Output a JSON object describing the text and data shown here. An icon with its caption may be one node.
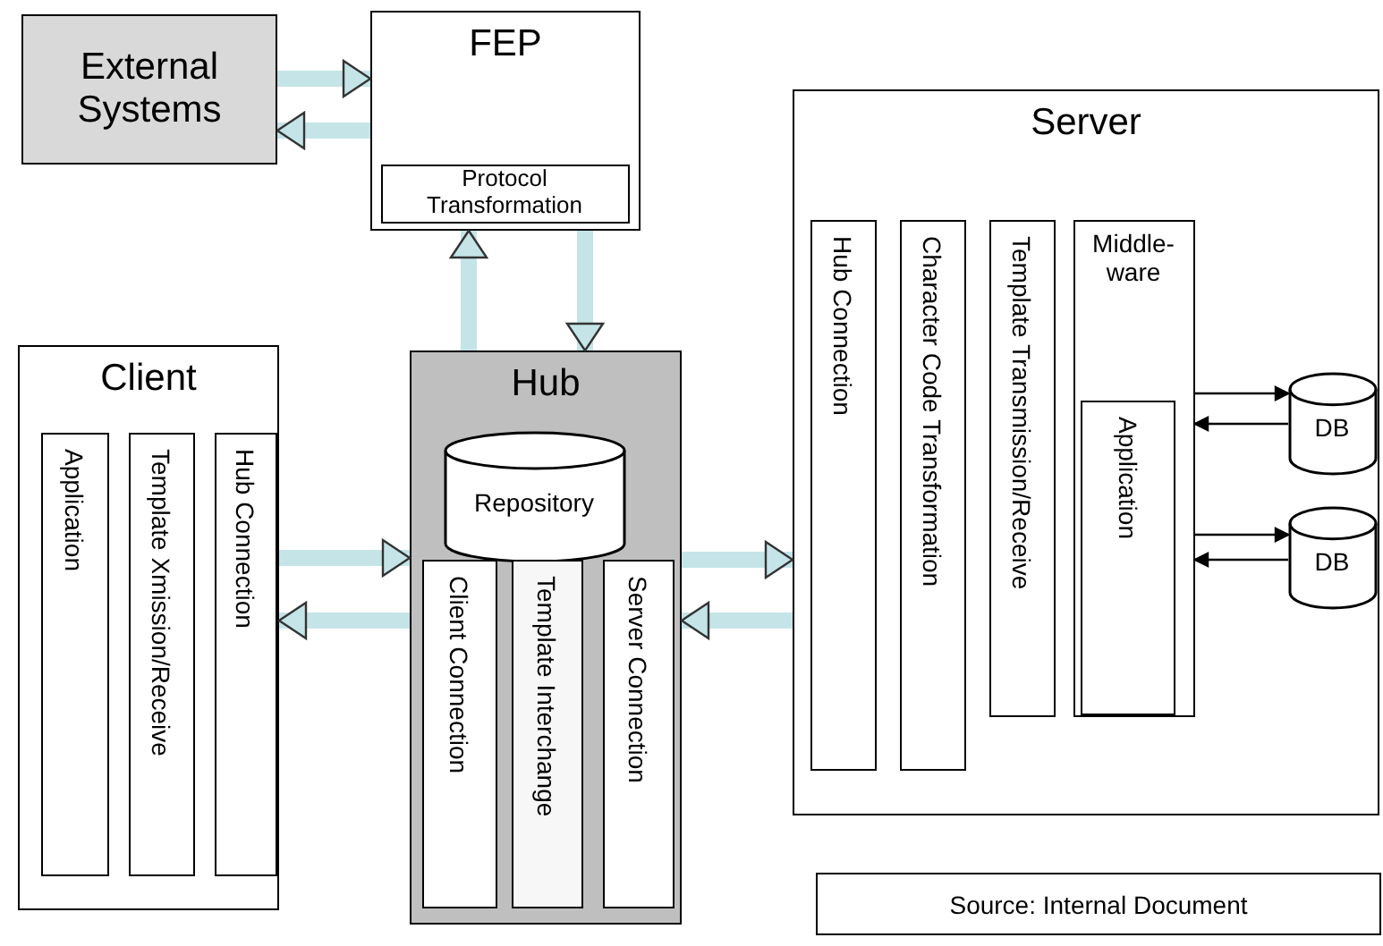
{
  "diagram": {
    "nodes": [
      {
        "text": [
          "External Systems"
        ]
      },
      {
        "text": [
          "FEP"
        ]
      },
      {
        "text": [
          "Protocol Transformation"
        ],
        "in": 1
      },
      {
        "text": [
          "Client"
        ]
      },
      {
        "text": [
          "Application"
        ],
        "in": 3
      },
      {
        "text": [
          "Template Xmission/Receive"
        ],
        "in": 3
      },
      {
        "text": [
          "Hub Connection"
        ],
        "in": 3
      },
      {
        "text": [
          "Hub"
        ]
      },
      {
        "text": [
          "Repository"
        ],
        "in": 7
      },
      {
        "text": [
          "Client Connection"
        ],
        "in": 7
      },
      {
        "text": [
          "Template Interchange"
        ],
        "in": 7
      },
      {
        "text": [
          "Server Connection"
        ],
        "in": 7
      },
      {
        "text": [
          "Server"
        ]
      },
      {
        "text": [
          "Hub Connection"
        ],
        "in": 12
      },
      {
        "text": [
          "Character Code Transformation"
        ],
        "in": 12
      },
      {
        "text": [
          "Template Transmission/Receive"
        ],
        "in": 12
      },
      {
        "text": [
          "Middle-ware"
        ],
        "in": 12
      },
      {
        "text": [
          "Application"
        ],
        "in": 16
      },
      {
        "text": [
          "DB"
        ],
        "in": 12
      },
      {
        "text": [
          "DB"
        ],
        "in": 12
      },
      {
        "text": [
          "Source: Internal Document"
        ]
      }
    ],
    "edges": [
      {
        "from": 0,
        "to": 1,
        "arrow": "to"
      },
      {
        "from": 1,
        "to": 0,
        "arrow": "to"
      },
      {
        "from": 7,
        "to": 1,
        "arrow": "to"
      },
      {
        "from": 1,
        "to": 7,
        "arrow": "to"
      },
      {
        "from": 3,
        "to": 7,
        "arrow": "to"
      },
      {
        "from": 7,
        "to": 3,
        "arrow": "to"
      },
      {
        "from": 7,
        "to": 12,
        "arrow": "to"
      },
      {
        "from": 12,
        "to": 7,
        "arrow": "to"
      },
      {
        "from": 16,
        "to": 18,
        "arrow": "to",
        "color": "#000000"
      },
      {
        "from": 18,
        "to": 16,
        "arrow": "to",
        "color": "#000000"
      },
      {
        "from": 16,
        "to": 19,
        "arrow": "to",
        "color": "#000000"
      },
      {
        "from": 19,
        "to": 16,
        "arrow": "to",
        "color": "#000000"
      }
    ]
  }
}
